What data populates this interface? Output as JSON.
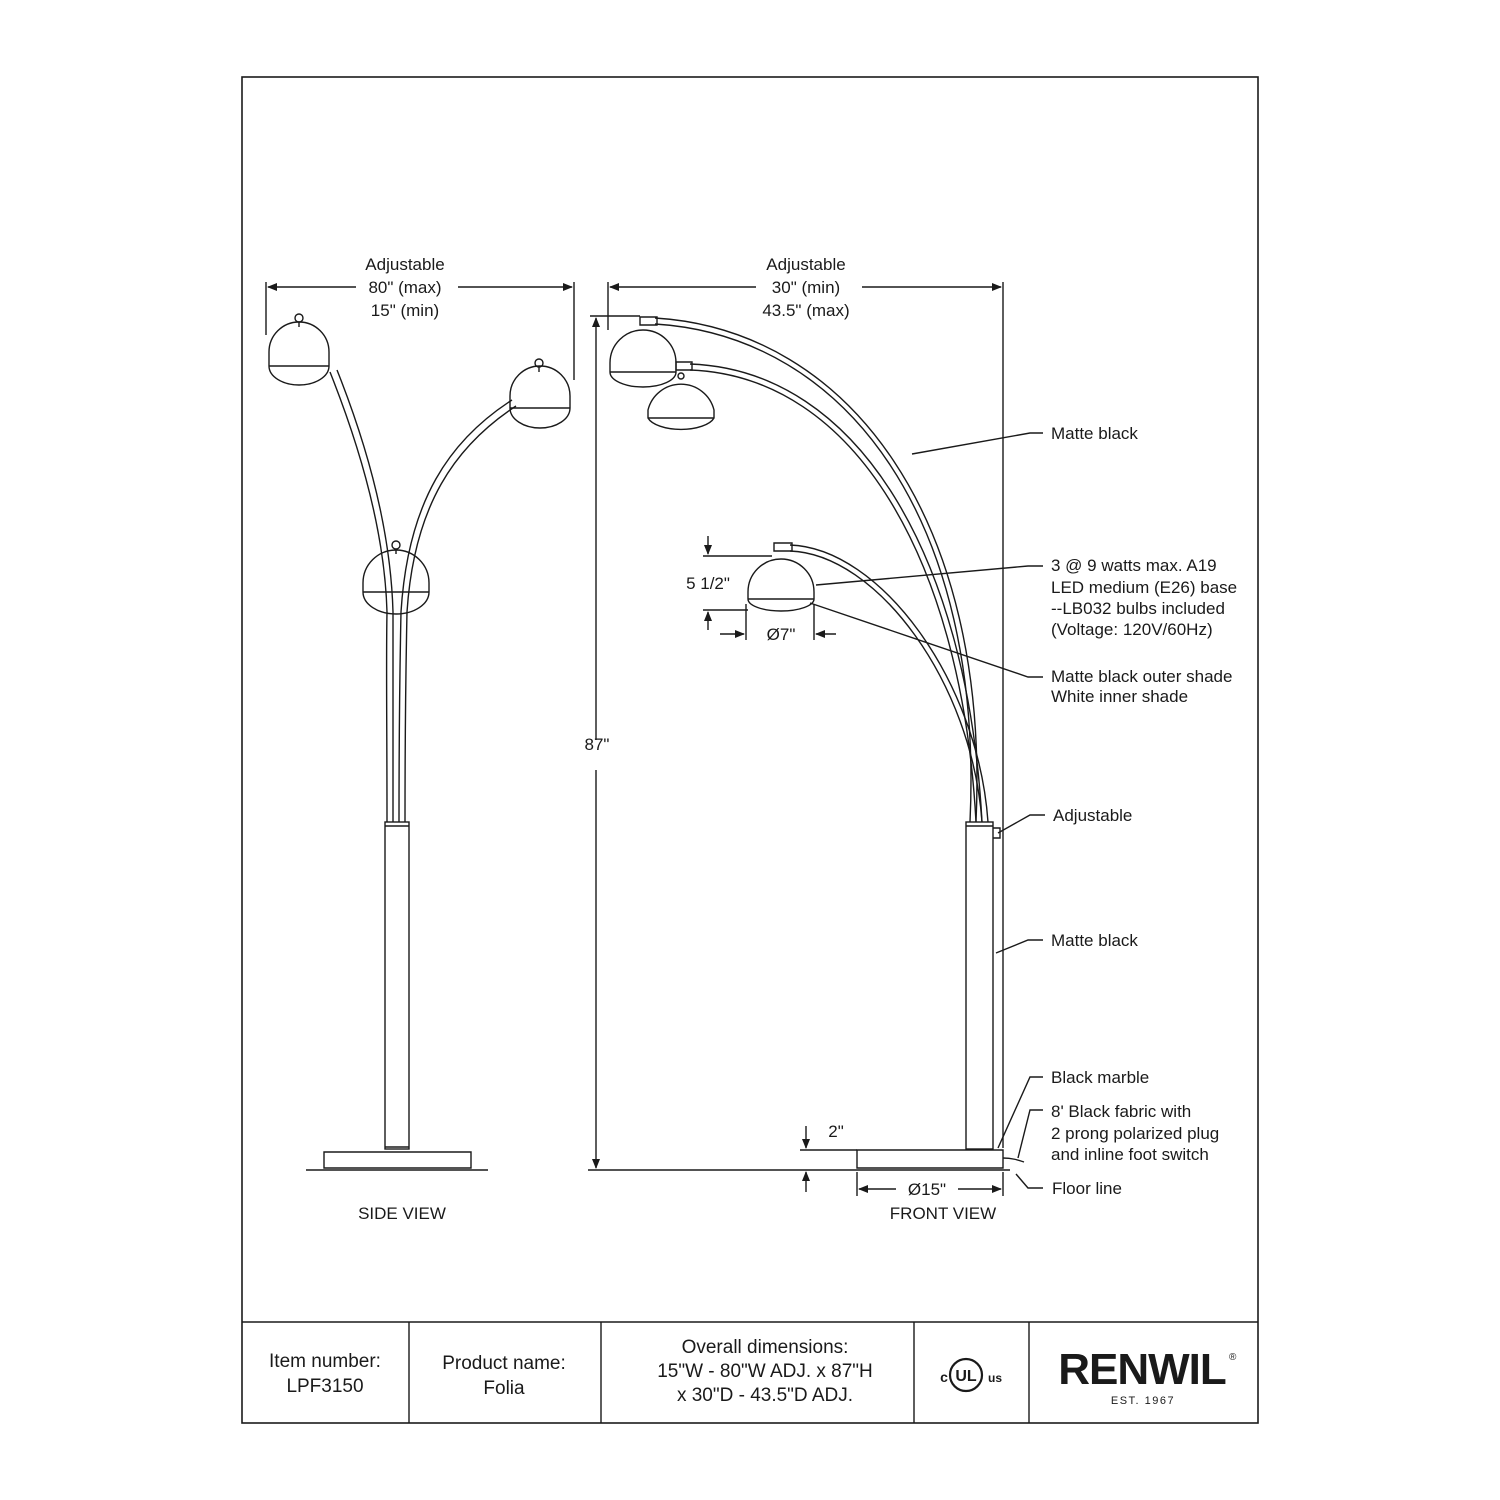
{
  "side_view": {
    "dim_label_1": "Adjustable",
    "dim_label_2": "80\" (max)",
    "dim_label_3": "15\" (min)",
    "caption": "SIDE VIEW"
  },
  "front_view": {
    "dim_label_1": "Adjustable",
    "dim_label_2": "30\" (min)",
    "dim_label_3": "43.5\" (max)",
    "height_label": "87\"",
    "shade_height_label": "5 1/2\"",
    "shade_diameter_label": "Ø7\"",
    "base_height_label": "2\"",
    "base_diameter_label": "Ø15\"",
    "caption": "FRONT VIEW"
  },
  "callouts": {
    "arc_finish": "Matte black",
    "bulbs_line1": "3 @ 9 watts max. A19",
    "bulbs_line2": "LED medium (E26) base",
    "bulbs_line3": "--LB032 bulbs included",
    "bulbs_line4": "(Voltage: 120V/60Hz)",
    "shade_line1": "Matte black outer shade",
    "shade_line2": "White inner shade",
    "adjustable": "Adjustable",
    "pole_finish": "Matte black",
    "base_material": "Black marble",
    "cord_line1": "8' Black fabric with",
    "cord_line2": "2 prong polarized plug",
    "cord_line3": "and inline foot switch",
    "floor": "Floor line"
  },
  "title_block": {
    "item_label": "Item number:",
    "item_value": "LPF3150",
    "product_label": "Product name:",
    "product_value": "Folia",
    "dims_label": "Overall dimensions:",
    "dims_line1": "15\"W - 80\"W ADJ. x 87\"H",
    "dims_line2": "x 30\"D - 43.5\"D ADJ.",
    "cert_mark_left": "c",
    "cert_mark_center": "UL",
    "cert_mark_right": "us",
    "brand": "RENWIL",
    "brand_mark": "®",
    "brand_tagline": "EST. 1967"
  },
  "colors": {
    "line": "#1a1a1a",
    "background": "#ffffff"
  }
}
